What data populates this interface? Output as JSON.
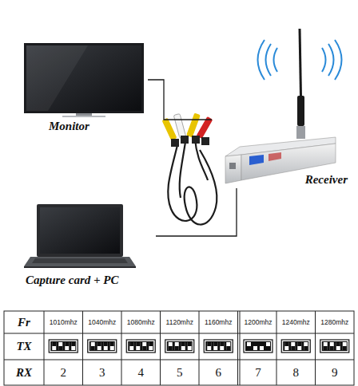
{
  "diagram": {
    "nodes": [
      {
        "text": [
          "Monitor"
        ]
      },
      {
        "text": [
          "Receiver"
        ]
      },
      {
        "text": [
          "Capture card + PC"
        ]
      }
    ],
    "edges": [
      {
        "from": 1,
        "to": 0,
        "arrow": "none"
      },
      {
        "from": 1,
        "to": 2,
        "arrow": "none"
      }
    ],
    "labels": [
      "Fr",
      "1010mhz",
      "1040mhz",
      "1080mhz",
      "1120mhz",
      "1160mhz",
      "1200mhz",
      "1240mhz",
      "1280mhz",
      "TX",
      "RX",
      "2",
      "3",
      "4",
      "5",
      "6",
      "7",
      "8",
      "9"
    ]
  }
}
